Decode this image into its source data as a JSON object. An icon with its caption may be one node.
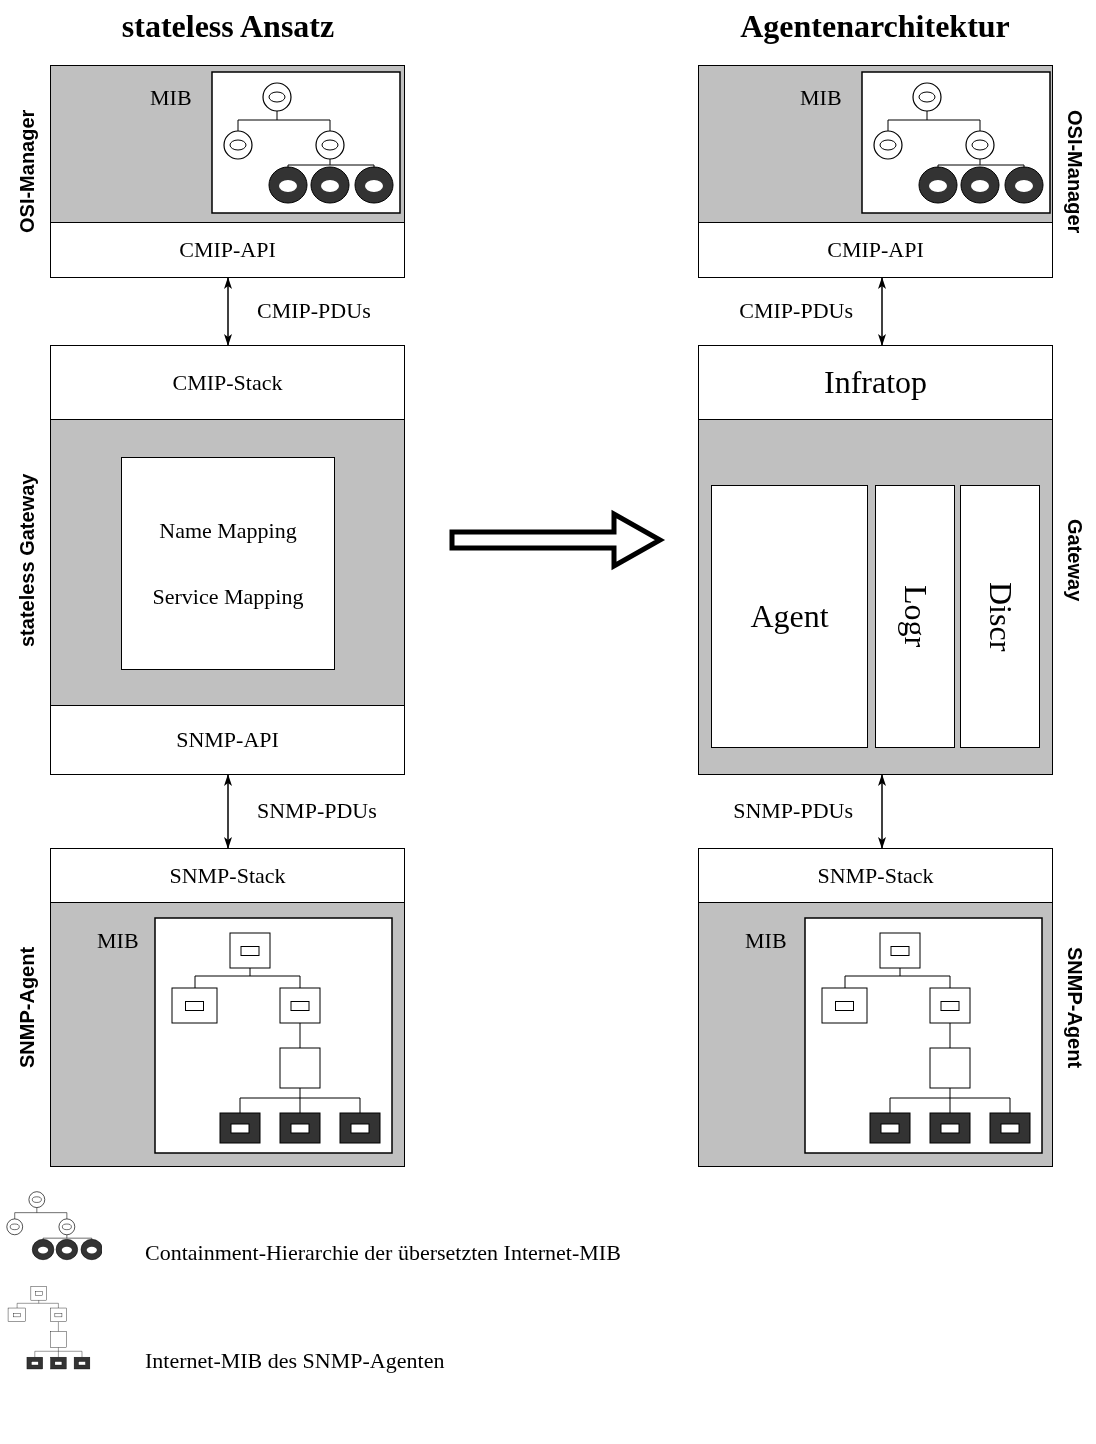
{
  "diagram": {
    "nodes": [
      {
        "text": [
          "OSI-Manager"
        ]
      },
      {
        "text": [
          "CMIP-API"
        ],
        "in": 0
      },
      {
        "text": [
          "stateless Gateway"
        ]
      },
      {
        "text": [
          "CMIP-Stack"
        ],
        "in": 2
      },
      {
        "text": [
          "Name Mapping",
          "Service Mapping"
        ],
        "in": 2
      },
      {
        "text": [
          "SNMP-API"
        ],
        "in": 2
      },
      {
        "text": [
          "SNMP-Agent"
        ]
      },
      {
        "text": [
          "SNMP-Stack"
        ],
        "in": 6
      },
      {
        "text": [
          "OSI-Manager"
        ]
      },
      {
        "text": [
          "CMIP-API"
        ],
        "in": 8
      },
      {
        "text": [
          "Gateway"
        ]
      },
      {
        "text": [
          "Infratop"
        ],
        "in": 10
      },
      {
        "text": [
          "Agent"
        ],
        "in": 10
      },
      {
        "text": [
          "Logr"
        ],
        "in": 10
      },
      {
        "text": [
          "Discr"
        ],
        "in": 10
      },
      {
        "text": [
          "SNMP-Agent"
        ]
      },
      {
        "text": [
          "SNMP-Stack"
        ],
        "in": 15
      }
    ],
    "edges": [
      {
        "from": 1,
        "to": 3,
        "arrow": "both",
        "label": "CMIP-PDUs"
      },
      {
        "from": 5,
        "to": 7,
        "arrow": "both",
        "label": "SNMP-PDUs"
      },
      {
        "from": 9,
        "to": 11,
        "arrow": "both",
        "label": "CMIP-PDUs"
      },
      {
        "from": 10,
        "to": 16,
        "arrow": "both",
        "label": "SNMP-PDUs"
      },
      {
        "from": 2,
        "to": 10,
        "arrow": "to",
        "style": "thick"
      }
    ],
    "labels": [
      "stateless Ansatz",
      "Agentenarchitektur",
      "MIB",
      "MIB",
      "MIB",
      "MIB"
    ],
    "legend": [
      {
        "text": "Containment-Hierarchie der übersetzten Internet-MIB"
      },
      {
        "text": "Internet-MIB des SNMP-Agenten"
      }
    ]
  }
}
